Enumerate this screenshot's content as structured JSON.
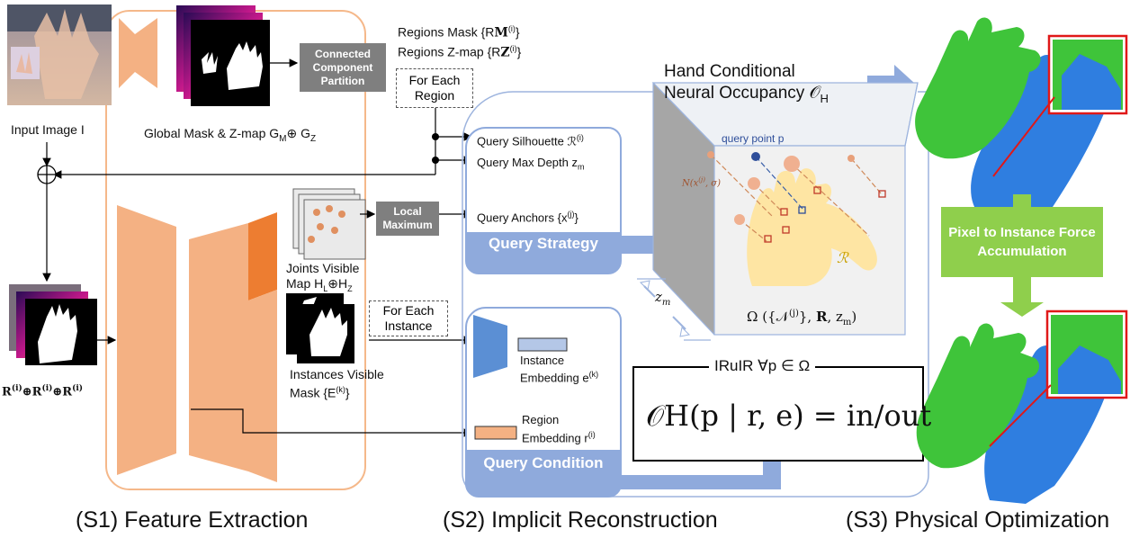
{
  "stages": {
    "s1": "(S1) Feature Extraction",
    "s2": "(S2) Implicit Reconstruction",
    "s3": "(S3) Physical Optimization"
  },
  "s1": {
    "input_image": "Input Image  I",
    "global_mask": "Global Mask & Z-map G",
    "gm_sub1": "M",
    "gm_plus": "⊕ G",
    "gm_sub2": "Z",
    "connected_component": "Connected Component Partition",
    "regions_mask": "Regions Mask {R",
    "regions_zmap": "Regions Z-map {R",
    "for_each_region": "For Each Region",
    "local_maximum": "Local Maximum",
    "joints_visible": "Joints Visible",
    "joints_map": "Map H",
    "for_each_instance": "For Each Instance",
    "instances_visible": "Instances Visible",
    "instances_mask": "Mask {E",
    "input_concat": "R"
  },
  "s2": {
    "query_silhouette": "Query Silhouette ℛ",
    "query_max_depth": "Query Max Depth z",
    "query_anchors": "Query Anchors {x",
    "query_strategy": "Query Strategy",
    "instance_embedding": "Instance",
    "instance_embedding_2": "Embedding e",
    "region_embedding": "Region",
    "region_embedding_2": "Embedding r",
    "query_condition": "Query Condition",
    "hand_conditional": "Hand Conditional",
    "neural_occupancy": "Neural Occupancy 𝒪",
    "query_point": "query point p",
    "gaussian": "N(x",
    "region_symbol": "ℛ",
    "omega": "Ω ({𝒩",
    "zm": "z",
    "irulr": "IRuIR  ∀p ∈ Ω",
    "formula": "𝒪H(p | r, e) = in/out"
  },
  "s3": {
    "pixel_to_instance": "Pixel to Instance Force Accumulation"
  },
  "colors": {
    "orange_frame": "#f5b88a",
    "encoder": "#f4b183",
    "encoder_dark": "#ed7d31",
    "blue": "#8faadc",
    "blue_frame": "#9db4de",
    "green_hand": "#3fc43a",
    "blue_hand": "#2f7ee0",
    "green_arrow": "#8fcf4c",
    "red_inset": "#e01818"
  }
}
